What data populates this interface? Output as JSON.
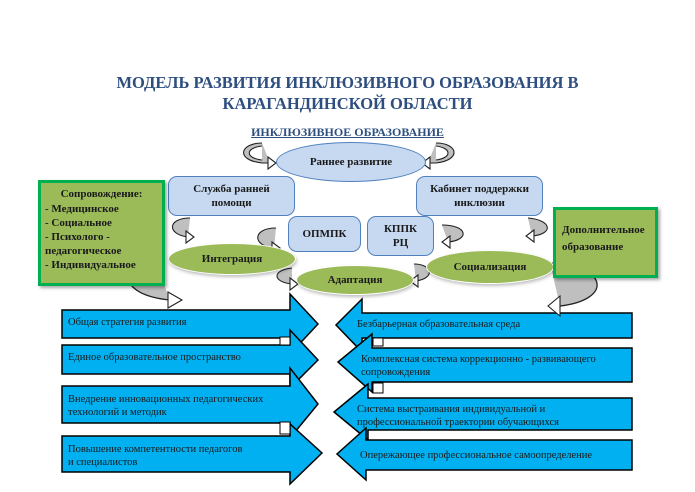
{
  "title": {
    "line1": "МОДЕЛЬ РАЗВИТИЯ ИНКЛЮЗИВНОГО ОБРАЗОВАНИЯ В",
    "line2": "КАРАГАНДИНСКОЙ ОБЛАСТИ"
  },
  "subtitle": "ИНКЛЮЗИВНОЕ ОБРАЗОВАНИЕ",
  "nodes": {
    "early_development": "Раннее развитие",
    "early_help_service": "Служба ранней помощи",
    "inclusion_support_office": "Кабинет поддержки инклюзии",
    "opmpk": "ОПМПК",
    "kppk_line1": "КППК",
    "kppk_line2": "РЦ",
    "integration": "Интеграция",
    "adaptation": "Адаптация",
    "socialization": "Социализация"
  },
  "support_box": {
    "heading": "Сопровождение:",
    "items": [
      "- Медицинское",
      "- Социальное",
      "- Психолого -",
      "педагогическое",
      "- Индивидуальное"
    ]
  },
  "additional_box": {
    "line1": "Дополнительное",
    "line2": "образование"
  },
  "left_arrows": [
    {
      "line1": "Общая стратегия развития",
      "line2": ""
    },
    {
      "line1": "Единое образовательное пространство",
      "line2": ""
    },
    {
      "line1": "Внедрение инновационных педагогических",
      "line2": "технологий и методик"
    },
    {
      "line1": "Повышение компетентности педагогов",
      "line2": "и специалистов"
    }
  ],
  "right_arrows": [
    {
      "line1": "Безбарьерная образовательная среда",
      "line2": ""
    },
    {
      "line1": "Комплексная система коррекционно - развивающего",
      "line2": "сопровождения"
    },
    {
      "line1": "Система выстраивания индивидуальной и",
      "line2": "профессиональной траектории обучающихся"
    },
    {
      "line1": "Опережающее профессиональное самоопределение",
      "line2": ""
    }
  ],
  "colors": {
    "title": "#2e4e80",
    "blue_fill": "#c6d9f1",
    "blue_border": "#4f81bd",
    "green_fill": "#9bbb59",
    "green_border": "#00b050",
    "arrow_fill": "#00b0f0"
  }
}
